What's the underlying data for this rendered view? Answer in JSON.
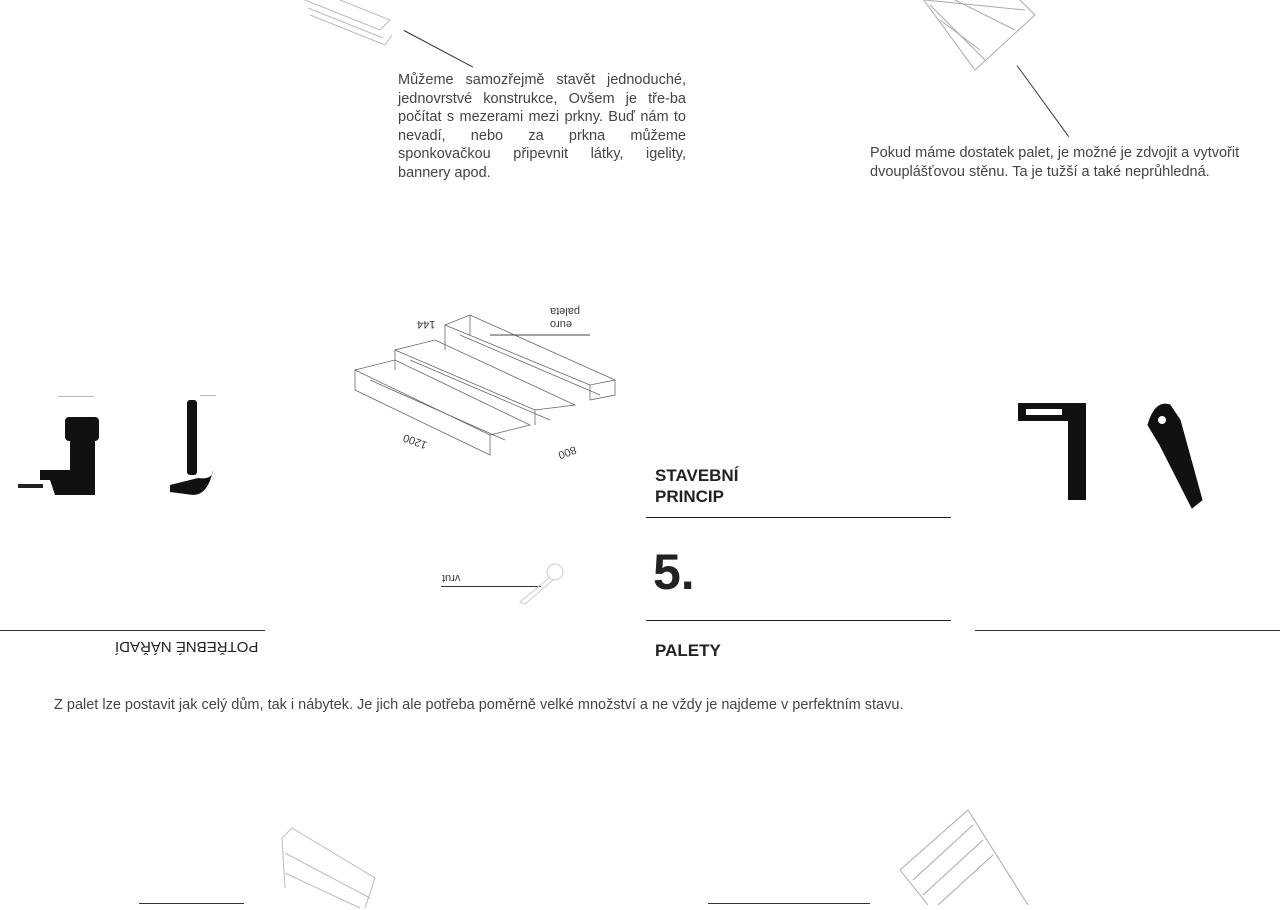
{
  "top_left_text": "Můžeme samozřejmě stavět jednoduché, jednovrstvé konstrukce, Ovšem je tře-ba počítat s mezerami mezi prkny. Buď nám to nevadí, nebo za prkna můžeme sponkovačkou připevnit látky, igelity, bannery apod.",
  "top_right_text": "Pokud máme dostatek palet, je možné je zdvojit a vytvořit dvouplášťovou stěnu. Ta je tužší a také neprůhledná.",
  "diagram": {
    "label_euro": "euro",
    "label_paleta": "paleta",
    "dim_height": "144",
    "dim_length": "1200",
    "dim_width": "800",
    "label_screw": "vrut"
  },
  "tools_heading": "POTŘEBNÉ NÁŘADÍ",
  "section": {
    "title_line1": "STAVEBNÍ",
    "title_line2": "PRINCIP",
    "number": "5.",
    "subtitle": "PALETY"
  },
  "intro_text": "Z palet lze postavit jak celý dům, tak i nábytek. Je jich ale potřeba poměrně velké množství a ne vždy je najdeme v perfektním stavu."
}
